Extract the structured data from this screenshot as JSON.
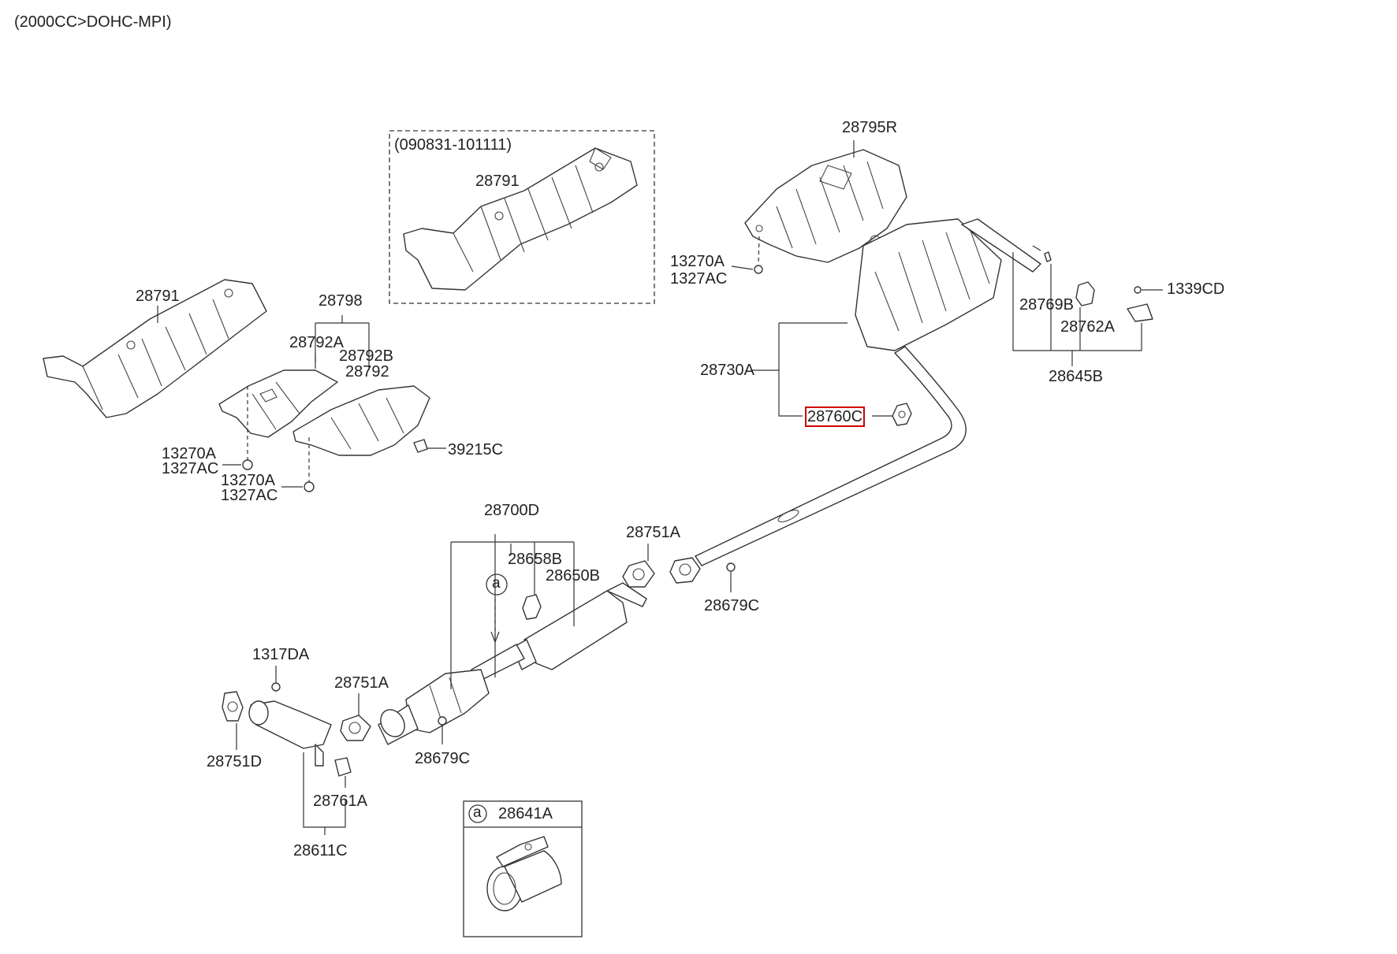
{
  "header": {
    "engine_label": "(2000CC>DOHC-MPI)"
  },
  "inset": {
    "date_range": "(090831-101111)",
    "part": "28791"
  },
  "labels": {
    "p28795R": "28795R",
    "p13270A_top": "13270A",
    "p1327AC_top": "1327AC",
    "p28791_left": "28791",
    "p28798": "28798",
    "p28792A": "28792A",
    "p28792B": "28792B",
    "p28792": "28792",
    "p13270A_l1": "13270A",
    "p1327AC_l1": "1327AC",
    "p13270A_l2": "13270A",
    "p1327AC_l2": "1327AC",
    "p39215C": "39215C",
    "p28730A": "28730A",
    "p28760C": "28760C",
    "p28769B": "28769B",
    "p28762A": "28762A",
    "p28645B": "28645B",
    "p1339CD": "1339CD",
    "p28700D": "28700D",
    "p28658B": "28658B",
    "p28650B": "28650B",
    "p28751A_mid": "28751A",
    "p28679C_mid": "28679C",
    "p1317DA": "1317DA",
    "p28751A_low": "28751A",
    "p28751D": "28751D",
    "p28679C_low": "28679C",
    "p28761A": "28761A",
    "p28611C": "28611C",
    "callout_a": "a"
  },
  "legend_box": {
    "marker": "a",
    "part": "28641A"
  },
  "highlight": {
    "part": "28760C",
    "color": "#d00000"
  }
}
